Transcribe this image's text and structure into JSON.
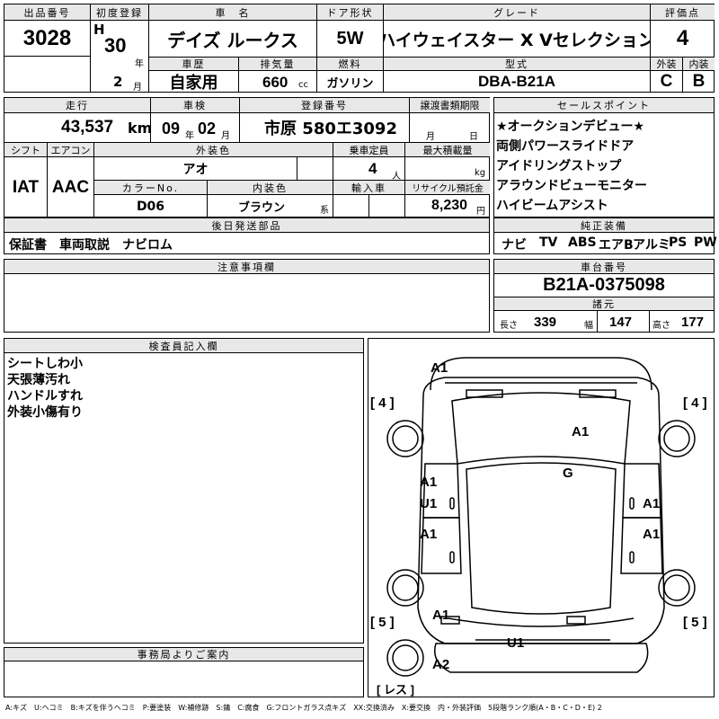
{
  "header": {
    "lot_label": "出品番号",
    "lot": "3028",
    "reg_label": "初度登録",
    "era": "H",
    "year": "30",
    "year_unit": "年",
    "month": "2",
    "month_unit": "月",
    "name_label": "車　名",
    "name": "デイズ ルークス",
    "door_label": "ドア形状",
    "door": "5W",
    "grade_label": "グレード",
    "grade": "ハイウェイスター X Vセレクション",
    "score_label": "評価点",
    "score": "4",
    "history_label": "車歴",
    "history": "自家用",
    "disp_label": "排気量",
    "disp": "660",
    "disp_unit": "cc",
    "fuel_label": "燃料",
    "fuel": "ガソリン",
    "model_label": "型式",
    "model": "DBA-B21A",
    "ext_label": "外装",
    "ext": "C",
    "int_label": "内装",
    "int": "B"
  },
  "spec": {
    "mileage_label": "走行",
    "mileage": "43,537",
    "mileage_unit": "km",
    "inspect_label": "車検",
    "inspect_y": "09",
    "inspect_y_unit": "年",
    "inspect_m": "02",
    "inspect_m_unit": "月",
    "regno_label": "登録番号",
    "regno": "市原 580エ3092",
    "transfer_label": "譲渡書類期限",
    "transfer_m": "月",
    "transfer_d": "日",
    "shift_label": "シフト",
    "shift": "IAT",
    "ac_label": "エアコン",
    "ac": "AAC",
    "color_label": "外装色",
    "color": "アオ",
    "capacity_label": "乗車定員",
    "capacity": "4",
    "capacity_unit": "人",
    "load_label": "最大積載量",
    "load_unit": "kg",
    "colorno_label": "カラーNo.",
    "colorno": "D06",
    "intcolor_label": "内装色",
    "intcolor": "ブラウン",
    "intcolor_unit": "系",
    "import_label": "輸入車",
    "recycle_label": "リサイクル預託金",
    "recycle": "8,230",
    "recycle_unit": "円"
  },
  "sales": {
    "label": "セールスポイント",
    "items": [
      "★オークションデビュー★",
      "両側パワースライドドア",
      "アイドリングストップ",
      "アラウンドビューモニター",
      "ハイビームアシスト"
    ]
  },
  "later_parts": {
    "label": "後日発送部品",
    "text": "保証書　車両取説　ナビロム"
  },
  "equipment": {
    "label": "純正装備",
    "items": [
      "ナビ",
      "TV",
      "ABS",
      "エアB",
      "アルミ",
      "PS",
      "PW"
    ]
  },
  "notes": {
    "label": "注意事項欄",
    "text": ""
  },
  "chassis": {
    "label": "車台番号",
    "value": "B21A-0375098",
    "dims_label": "諸元",
    "len_label": "長さ",
    "len": "339",
    "wid_label": "幅",
    "wid": "147",
    "hei_label": "高さ",
    "hei": "177"
  },
  "inspector": {
    "label": "検査員記入欄",
    "lines": [
      "シートしわ小",
      "天張薄汚れ",
      "ハンドルすれ",
      "外装小傷有り"
    ]
  },
  "office": {
    "label": "事務局よりご案内",
    "text": ""
  },
  "diagram": {
    "marks": {
      "front_bumper": "A1",
      "hood": "A1",
      "roof": "G",
      "left_front_door": "A1",
      "left_front_door2": "U1",
      "right_front_door": "A1",
      "left_rear_door": "A1",
      "right_rear_door": "A1",
      "rear_left": "A1",
      "rear_gate": "U1",
      "rear_bumper": "A2"
    },
    "tires": {
      "fl": "4",
      "fr": "4",
      "rl": "5",
      "rr": "5",
      "spare": "レス"
    }
  },
  "legend": "A:キズ　U:ヘコミ　B:キズを伴うヘコミ　P:要塗装　W:補修跡　S:錆　C:腐食　G:フロントガラス点キズ　XX:交換済み　X:要交換　内・外装評価　5段階ランク順(A・B・C・D・E) 2"
}
